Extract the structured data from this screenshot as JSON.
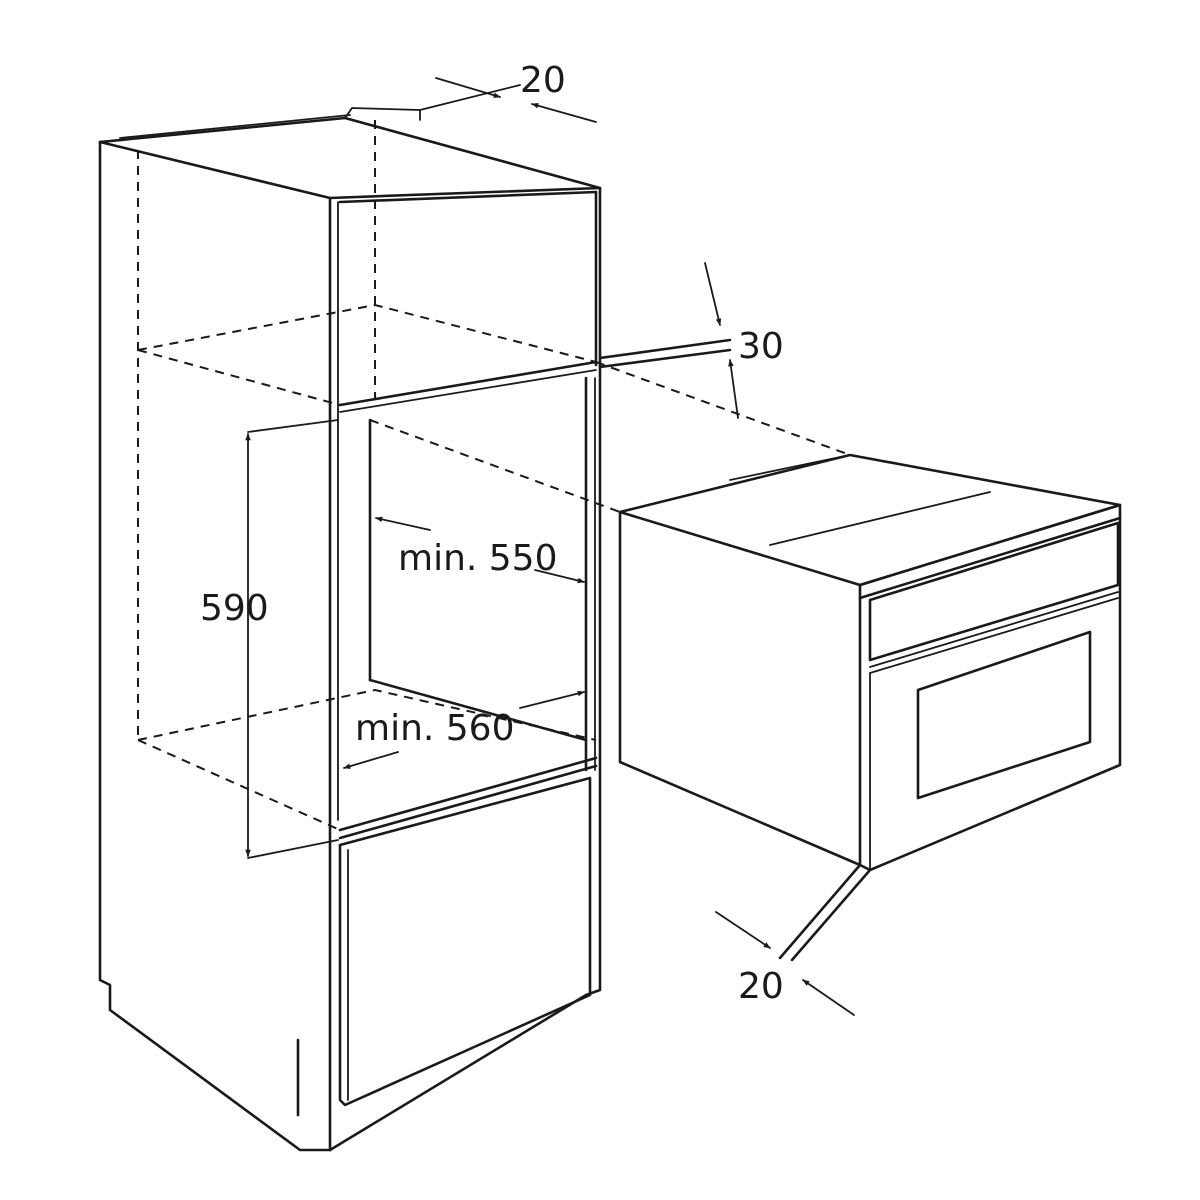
{
  "labels": {
    "top_gap": "20",
    "vent_gap": "30",
    "niche_height": "590",
    "min_depth": "min. 550",
    "min_width": "min. 560",
    "front_gap": "20"
  },
  "colors": {
    "line": "#1a1a1a",
    "background": "#ffffff"
  }
}
